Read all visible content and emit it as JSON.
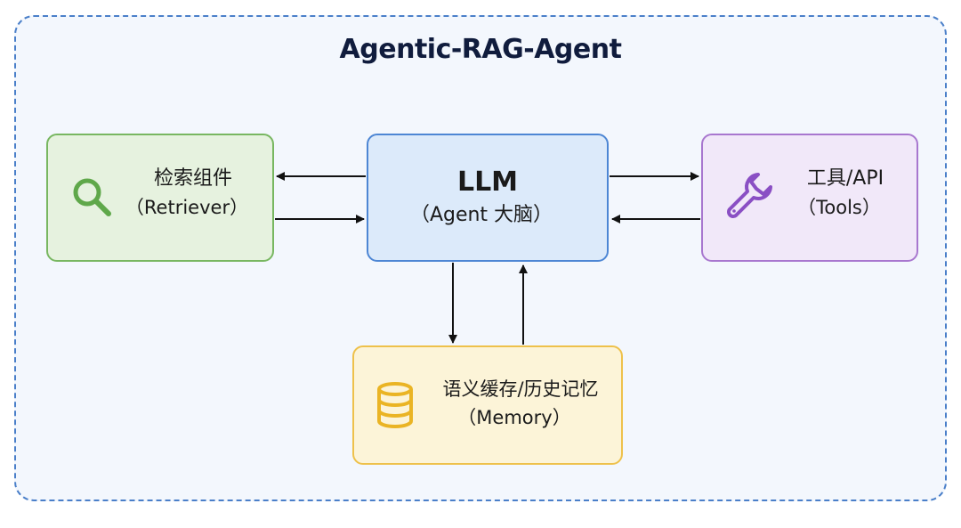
{
  "title": "Agentic-RAG-Agent",
  "nodes": {
    "retriever": {
      "line1": "检索组件",
      "line2": "（Retriever）"
    },
    "llm": {
      "line1": "LLM",
      "line2": "（Agent 大脑）"
    },
    "tools": {
      "line1": "工具/API",
      "line2": "（Tools）"
    },
    "memory": {
      "line1": "语义缓存/历史记忆",
      "line2": "（Memory）"
    }
  },
  "icons": {
    "retriever": "search-icon",
    "tools": "wrench-icon",
    "memory": "database-icon"
  },
  "colors": {
    "frame_border": "#4a7fc9",
    "frame_bg": "#f3f7fd",
    "retriever_border": "#78b761",
    "retriever_bg": "#e6f2df",
    "llm_border": "#4d86d4",
    "llm_bg": "#dceafa",
    "tools_border": "#a877cf",
    "tools_bg": "#f1e8f9",
    "memory_border": "#eec14b",
    "memory_bg": "#fcf4d8",
    "arrow": "#111111"
  }
}
